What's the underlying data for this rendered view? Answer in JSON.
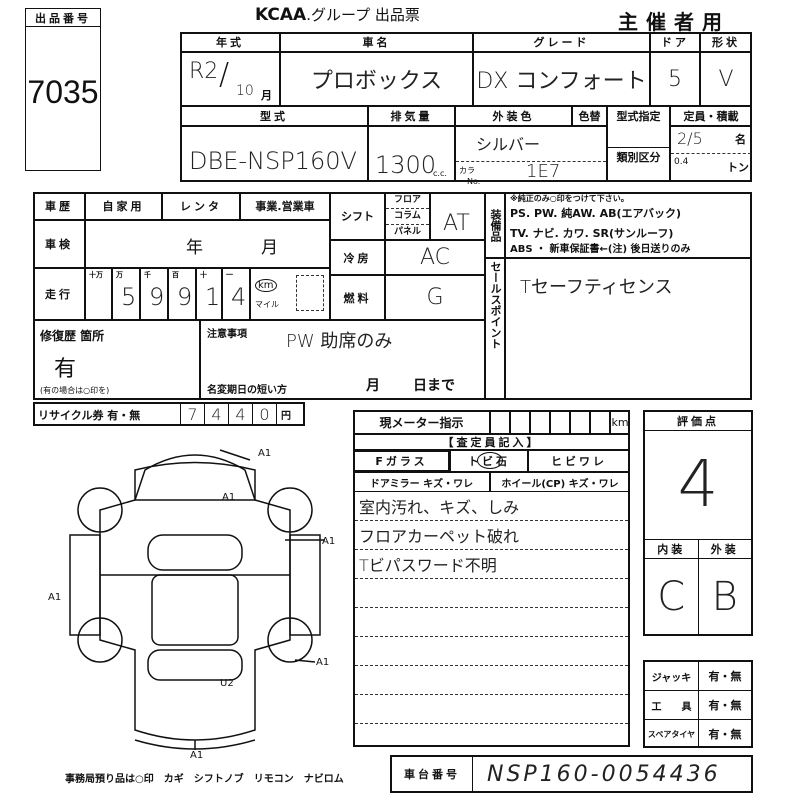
{
  "lot": {
    "label": "出品番号",
    "number": "7035"
  },
  "title": {
    "brand": "KCAA",
    "text": ".グループ 出品票",
    "copy": "主催者用"
  },
  "vehicle": {
    "year_label": "年式",
    "year": "R2",
    "month": "10",
    "month_unit": "月",
    "name_label": "車名",
    "name": "プロボックス",
    "grade_label": "グレード",
    "grade": "DX コンフォート",
    "door_label": "ドア",
    "doors": "5",
    "shape_label": "形状",
    "shape": "V",
    "model_label": "型式",
    "model": "DBE-NSP160V",
    "displacement_label": "排気量",
    "displacement": "1300",
    "displacement_unit": "c.c.",
    "color_label": "外装色",
    "color": "シルバー",
    "color_change_label": "色替",
    "color_no_label": "カラーNo.",
    "color_no": "1E7",
    "type_designation_label": "型式指定",
    "class_label": "類別区分",
    "capacity_label": "定員・積載",
    "capacity": "2/5",
    "capacity_unit": "名",
    "load": "0.4",
    "load_unit": "トン"
  },
  "history": {
    "label": "車歴",
    "options": [
      "自家用",
      "レンタ",
      "事業.営業車"
    ]
  },
  "inspection": {
    "label": "車検",
    "year_unit": "年",
    "month_unit": "月"
  },
  "mileage": {
    "label": "走行",
    "place_labels": [
      "十万",
      "万",
      "千",
      "百",
      "十",
      "一"
    ],
    "digits": [
      "",
      "5",
      "9",
      "9",
      "1",
      "4"
    ],
    "km_label": "km",
    "mile_label": "マイル"
  },
  "shift": {
    "label": "シフト",
    "options": [
      "フロア",
      "コラム",
      "パネル"
    ],
    "value": "AT"
  },
  "ac": {
    "label": "冷房",
    "value": "AC"
  },
  "fuel": {
    "label": "燃料",
    "value": "G"
  },
  "equipment": {
    "label": "装備品",
    "note": "※純正のみ○印をつけて下さい。",
    "line1": "PS. PW. 純AW. AB(エアバック)",
    "line2": "TV. ナビ. カワ. SR(サンルーフ)",
    "line3": "ABS ・ 新車保証書←(注) 後日送りのみ"
  },
  "sales_point": {
    "label": "セールスポイント",
    "value": "Tセーフティセンス"
  },
  "repair": {
    "label": "修復歴 箇所",
    "value": "有",
    "note": "(有の場合は○印を)"
  },
  "caution": {
    "label": "注意事項",
    "value": "PW 助席のみ",
    "name_change_label": "名変期日の短い方",
    "month_unit": "月",
    "day_unit": "日まで"
  },
  "recycle": {
    "label": "リサイクル券 有・無",
    "digits": [
      "7",
      "4",
      "4",
      "0"
    ],
    "unit": "円"
  },
  "meter": {
    "label": "現メーター指示",
    "unit": "km"
  },
  "inspector": {
    "header": "【査定員記入】",
    "fglass": "Fガラス",
    "chip": "トビ石",
    "crack": "ヒビワレ",
    "mirror": "ドアミラー キズ・ワレ",
    "wheel": "ホイール(CP) キズ・ワレ",
    "notes": [
      "室内汚れ、キズ、しみ",
      "フロアカーペット破れ",
      "Tビパスワード不明"
    ]
  },
  "score": {
    "label": "評価点",
    "value": "4",
    "interior_label": "内装",
    "exterior_label": "外装",
    "interior": "C",
    "exterior": "B"
  },
  "accessories": [
    {
      "label": "ジャッキ",
      "value": "有・無"
    },
    {
      "label": "工　　具",
      "value": "有・無"
    },
    {
      "label": "スペアタイヤ",
      "value": "有・無"
    }
  ],
  "chassis": {
    "label": "車台番号",
    "value": "NSP160-0054436"
  },
  "footer": "事務局預り品は○印　カギ　シフトノブ　リモコン　ナビロム",
  "diagram": {
    "marks": [
      "A1",
      "A1",
      "A1",
      "A1",
      "A1",
      "A1",
      "U2"
    ]
  }
}
